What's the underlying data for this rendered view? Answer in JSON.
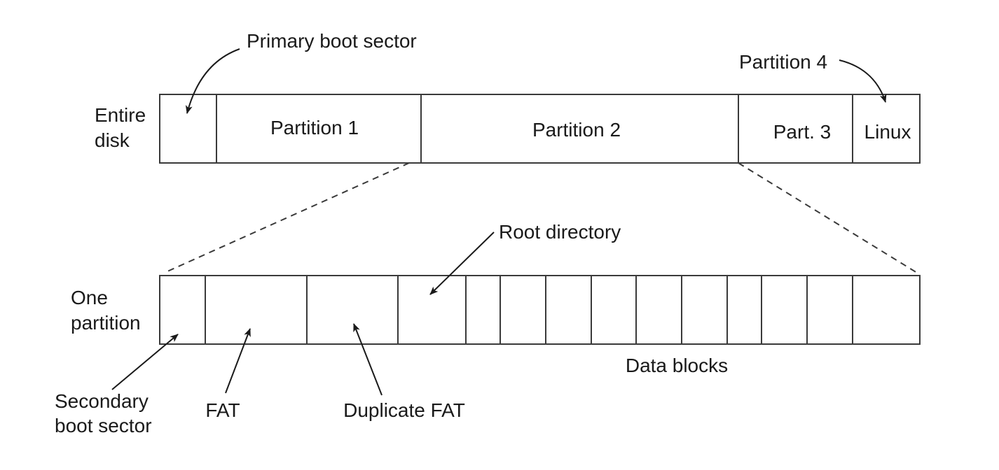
{
  "labels": {
    "primary_boot_sector": "Primary boot sector",
    "partition_4": "Partition 4",
    "entire_disk_line1": "Entire",
    "entire_disk_line2": "disk",
    "partition_1": "Partition 1",
    "partition_2": "Partition 2",
    "part_3": "Part. 3",
    "linux": "Linux",
    "root_directory": "Root directory",
    "one_partition_line1": "One",
    "one_partition_line2": "partition",
    "data_blocks": "Data blocks",
    "secondary_boot_line1": "Secondary",
    "secondary_boot_line2": "boot sector",
    "fat": "FAT",
    "duplicate_fat": "Duplicate FAT"
  }
}
